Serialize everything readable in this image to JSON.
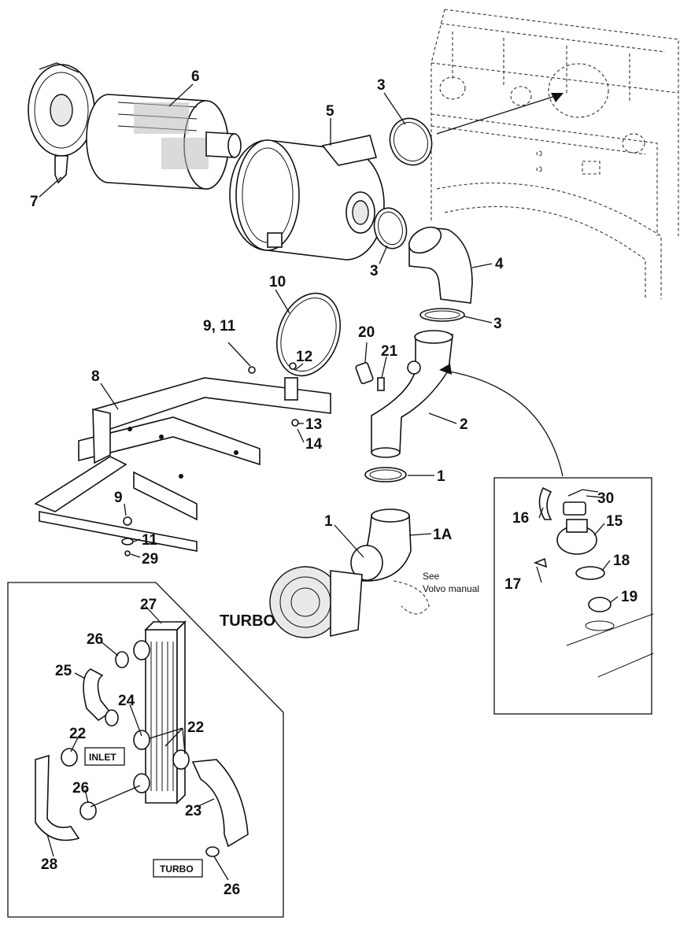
{
  "labels": {
    "p1a": "1",
    "p1b": "1",
    "p1A": "1A",
    "p2": "2",
    "p3a": "3",
    "p3b": "3",
    "p3c": "3",
    "p4": "4",
    "p5": "5",
    "p6": "6",
    "p7": "7",
    "p8": "8",
    "p9_11": "9, 11",
    "p9": "9",
    "p10": "10",
    "p11": "11",
    "p12": "12",
    "p13": "13",
    "p14": "14",
    "p15": "15",
    "p16": "16",
    "p17": "17",
    "p18": "18",
    "p19": "19",
    "p20": "20",
    "p21": "21",
    "p22a": "22",
    "p22b": "22",
    "p23": "23",
    "p24": "24",
    "p25": "25",
    "p26a": "26",
    "p26b": "26",
    "p26c": "26",
    "p27": "27",
    "p28": "28",
    "p29": "29",
    "p30": "30"
  },
  "notes": {
    "see": "See",
    "manual": "Volvo manual",
    "turbo": "TURBO"
  },
  "tags": {
    "inlet": "INLET",
    "turbo": "TURBO"
  }
}
